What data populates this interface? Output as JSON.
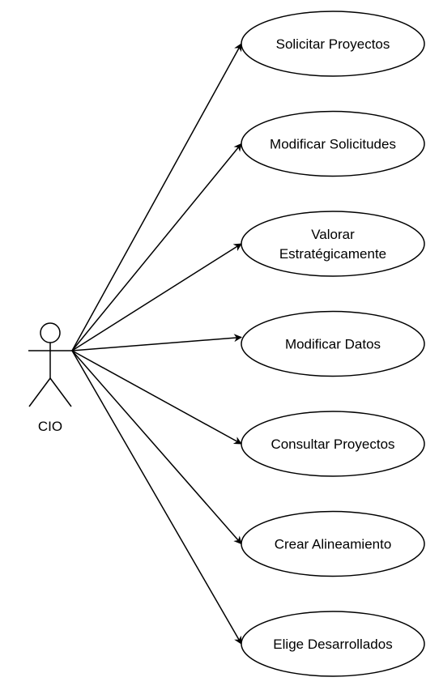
{
  "actor": {
    "label": "CIO"
  },
  "use_cases": [
    {
      "lines": [
        "Solicitar Proyectos"
      ]
    },
    {
      "lines": [
        "Modificar Solicitudes"
      ]
    },
    {
      "lines": [
        "Valorar",
        "Estratégicamente"
      ]
    },
    {
      "lines": [
        "Modificar Datos"
      ]
    },
    {
      "lines": [
        "Consultar Proyectos"
      ]
    },
    {
      "lines": [
        "Crear Alineamiento"
      ]
    },
    {
      "lines": [
        "Elige Desarrollados"
      ]
    }
  ]
}
